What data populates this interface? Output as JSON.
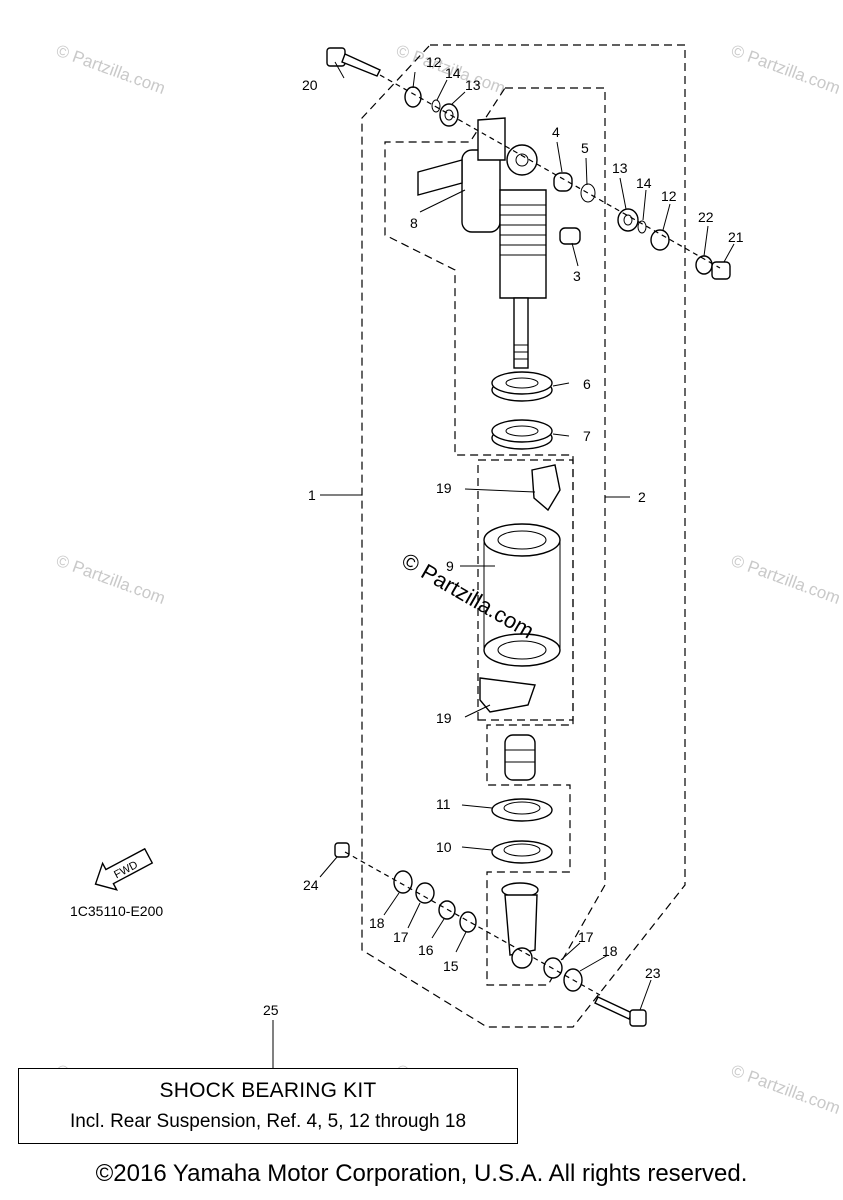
{
  "callouts": {
    "c1": "1",
    "c2": "2",
    "c3": "3",
    "c4": "4",
    "c5": "5",
    "c6": "6",
    "c7": "7",
    "c8": "8",
    "c9": "9",
    "c10": "10",
    "c11": "11",
    "c12a": "12",
    "c12b": "12",
    "c13a": "13",
    "c13b": "13",
    "c14a": "14",
    "c14b": "14",
    "c15": "15",
    "c16": "16",
    "c17a": "17",
    "c17b": "17",
    "c18a": "18",
    "c18b": "18",
    "c19a": "19",
    "c19b": "19",
    "c20": "20",
    "c21": "21",
    "c22": "22",
    "c23": "23",
    "c24": "24",
    "c25": "25"
  },
  "fwd_label": "FWD",
  "diagram_code": "1C35110-E200",
  "watermark": "© Partzilla.com",
  "watermark_center": "© Partzilla.com",
  "kit": {
    "title": "SHOCK BEARING KIT",
    "description": "Incl. Rear Suspension, Ref. 4, 5, 12 through 18"
  },
  "copyright": "©2016 Yamaha Motor Corporation, U.S.A. All rights reserved."
}
